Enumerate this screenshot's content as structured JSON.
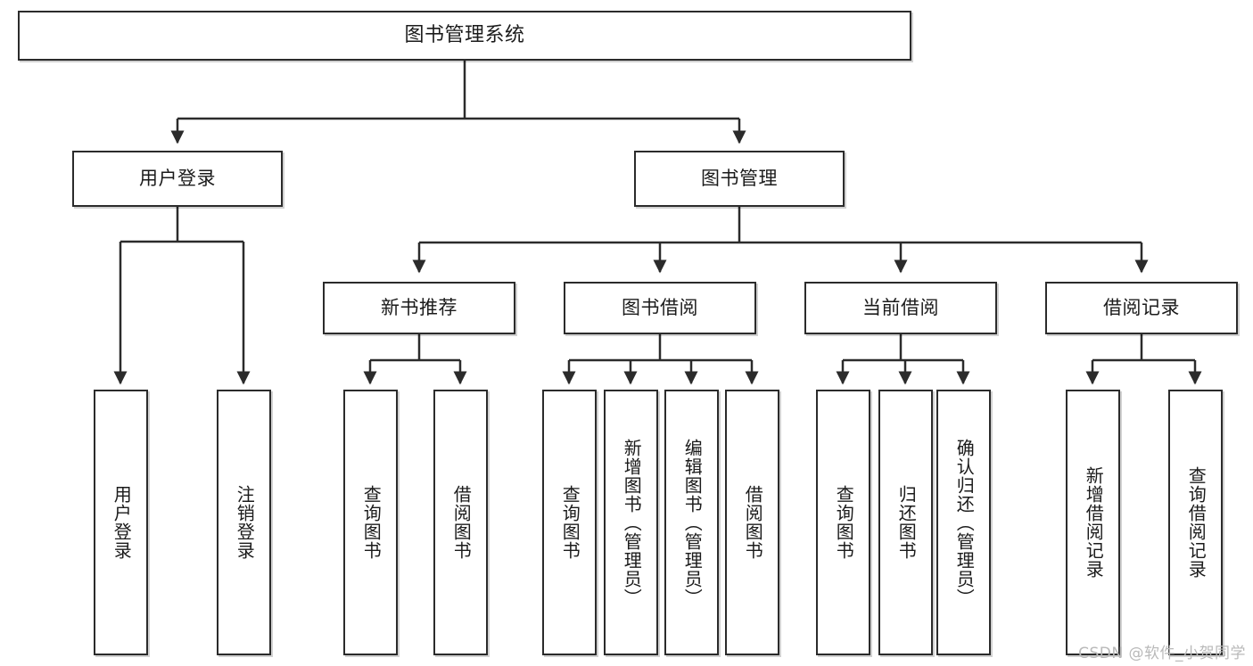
{
  "diagram": {
    "title": "图书管理系统",
    "type": "tree",
    "watermark": "CSDN @软件_小贺同学",
    "colors": {
      "box_border": "#2b2b2b",
      "box_fill": "#ffffff",
      "connector": "#2b2b2b",
      "text": "#1b1b1b",
      "watermark": "#b9b9b9"
    },
    "root": {
      "id": "root",
      "label": "图书管理系统"
    },
    "level2": [
      {
        "id": "user-login",
        "label": "用户登录"
      },
      {
        "id": "book-manage",
        "label": "图书管理"
      }
    ],
    "level3": [
      {
        "id": "new-book-rec",
        "label": "新书推荐",
        "parent": "book-manage"
      },
      {
        "id": "book-borrow",
        "label": "图书借阅",
        "parent": "book-manage"
      },
      {
        "id": "current-borrow",
        "label": "当前借阅",
        "parent": "book-manage"
      },
      {
        "id": "borrow-record",
        "label": "借阅记录",
        "parent": "book-manage"
      }
    ],
    "leaves": {
      "user-login": [
        {
          "id": "leaf-user-login",
          "label": "用户登录"
        },
        {
          "id": "leaf-user-logout",
          "label": "注销登录"
        }
      ],
      "new-book-rec": [
        {
          "id": "leaf-query-book-1",
          "label": "查询图书"
        },
        {
          "id": "leaf-borrow-book-1",
          "label": "借阅图书"
        }
      ],
      "book-borrow": [
        {
          "id": "leaf-query-book-2",
          "label": "查询图书"
        },
        {
          "id": "leaf-add-book",
          "label": "新增图书（管理员）"
        },
        {
          "id": "leaf-edit-book",
          "label": "编辑图书（管理员）"
        },
        {
          "id": "leaf-borrow-book-2",
          "label": "借阅图书"
        }
      ],
      "current-borrow": [
        {
          "id": "leaf-query-book-3",
          "label": "查询图书"
        },
        {
          "id": "leaf-return-book",
          "label": "归还图书"
        },
        {
          "id": "leaf-confirm-return",
          "label": "确认归还（管理员）"
        }
      ],
      "borrow-record": [
        {
          "id": "leaf-add-record",
          "label": "新增借阅记录"
        },
        {
          "id": "leaf-query-record",
          "label": "查询借阅记录"
        }
      ]
    }
  }
}
